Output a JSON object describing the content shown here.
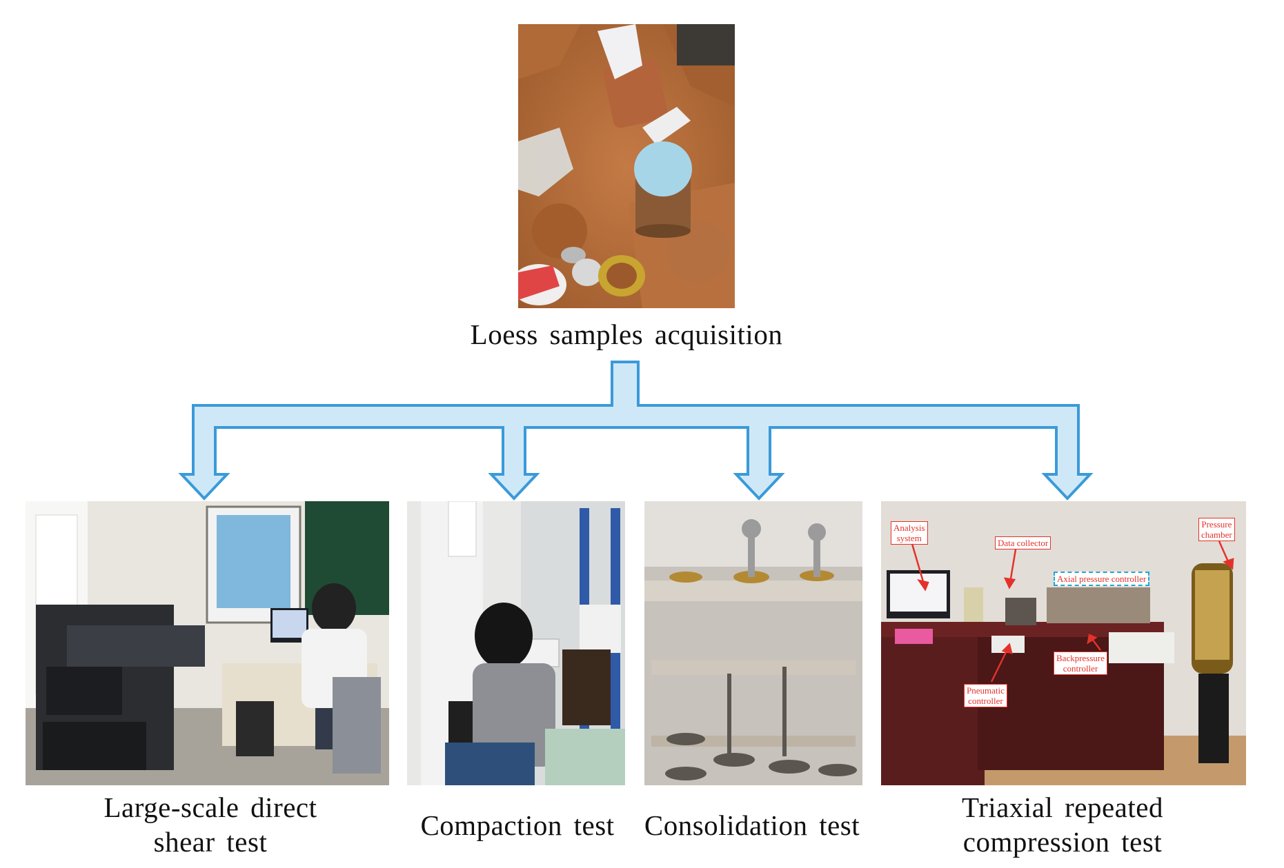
{
  "colors": {
    "arrow_fill": "#cfe8f8",
    "arrow_stroke": "#3a9ad9",
    "annotation_text": "#e3322b",
    "annotation_border_blue": "#23a6d5"
  },
  "top": {
    "caption": "Loess samples acquisition"
  },
  "tests": [
    {
      "id": "shear",
      "caption_line1": "Large-scale direct",
      "caption_line2": "shear test"
    },
    {
      "id": "compaction",
      "caption_line1": "Compaction test",
      "caption_line2": ""
    },
    {
      "id": "consolidation",
      "caption_line1": "Consolidation test",
      "caption_line2": ""
    },
    {
      "id": "triaxial",
      "caption_line1": "Triaxial repeated",
      "caption_line2": "compression test"
    }
  ],
  "triaxial_annotations": {
    "analysis": {
      "line1": "Analysis",
      "line2": "system"
    },
    "collector": {
      "line1": "Data collector"
    },
    "pressure": {
      "line1": "Pressure",
      "line2": "chamber"
    },
    "axial": {
      "line1": "Axial pressure controller"
    },
    "backpressure": {
      "line1": "Backpressure",
      "line2": "controller"
    },
    "pneumatic": {
      "line1": "Pneumatic",
      "line2": "controller"
    }
  }
}
